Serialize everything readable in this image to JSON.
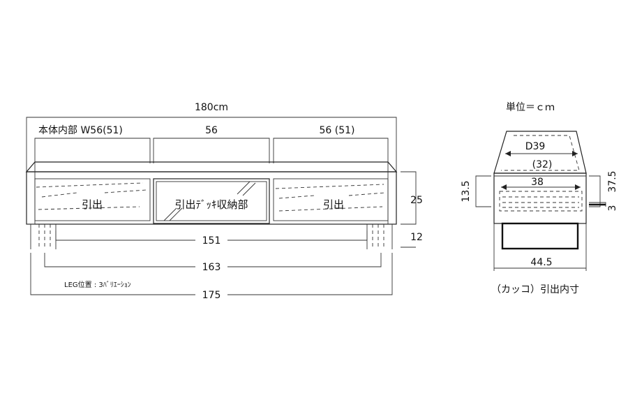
{
  "front_view": {
    "overall_width": "180cm",
    "compartment_left": "本体内部 W56(51)",
    "compartment_center": "56",
    "compartment_right": "56 (51)",
    "drawer_left": "引出",
    "drawer_center": "引出ﾃﾞｯｷ収納部",
    "drawer_right": "引出",
    "height_body": "25",
    "height_leg": "12",
    "leg_span_inner": "151",
    "leg_span_middle": "163",
    "leg_note": "LEG位置 : 3ﾊﾞﾘｴｰｼｮﾝ",
    "leg_span_outer": "175"
  },
  "side_view": {
    "unit_label": "単位＝ｃｍ",
    "depth": "D39",
    "depth_inner": "(32)",
    "drawer_depth": "38",
    "height_left": "13.5",
    "height_right_a": "3",
    "height_right_b": "37.5",
    "base_depth": "44.5",
    "note": "（カッコ）引出内寸"
  }
}
